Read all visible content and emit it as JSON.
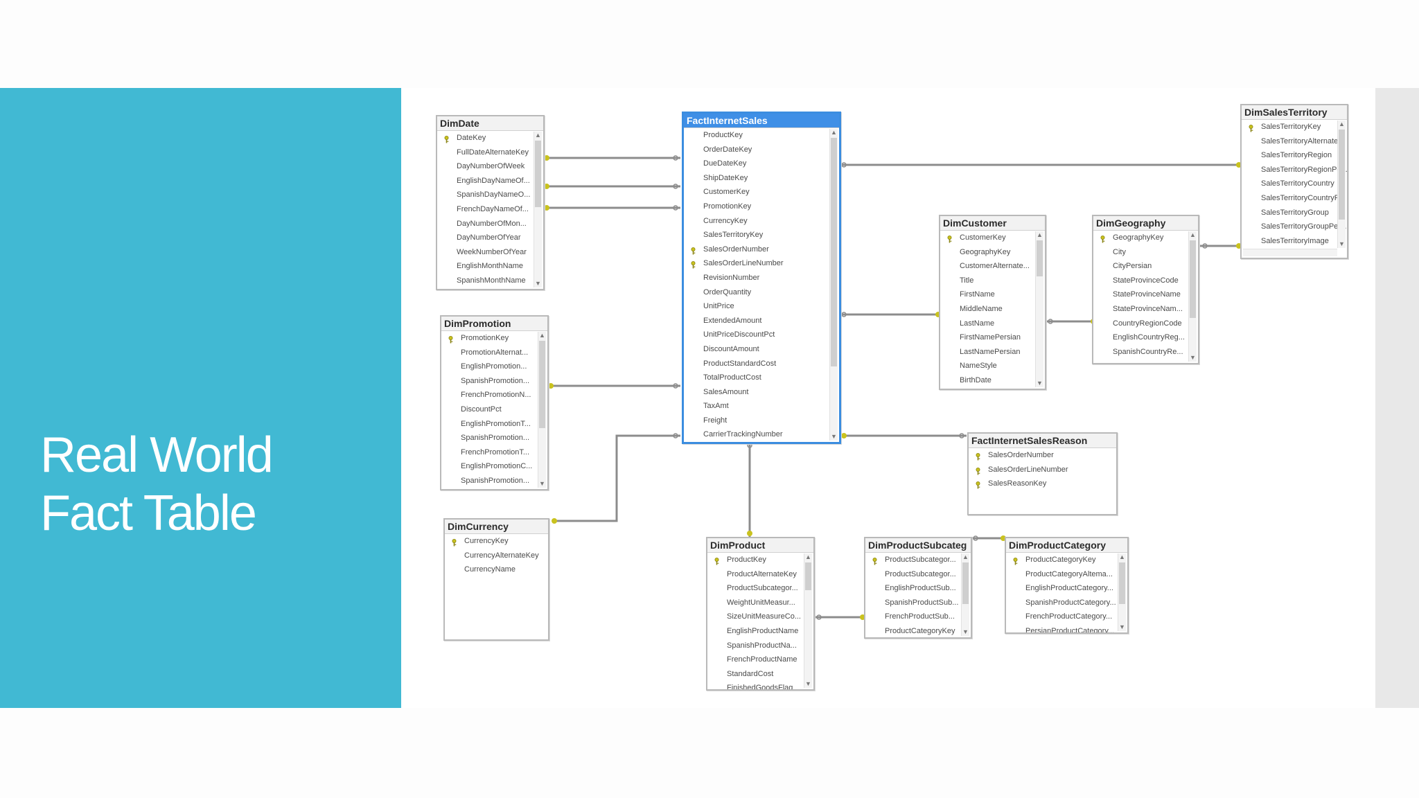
{
  "slide": {
    "title": "Real World\nFact Table"
  },
  "colors": {
    "accent": "#41b9d3",
    "selected_header": "#3f8fe6",
    "connector": "#8c8c8c",
    "key_icon": "#b8b22a"
  },
  "tables": {
    "DimDate": {
      "title": "DimDate",
      "columns": [
        "DateKey",
        "FullDateAlternateKey",
        "DayNumberOfWeek",
        "EnglishDayNameOf...",
        "SpanishDayNameO...",
        "FrenchDayNameOf...",
        "DayNumberOfMon...",
        "DayNumberOfYear",
        "WeekNumberOfYear",
        "EnglishMonthName",
        "SpanishMonthName"
      ],
      "keys": [
        0
      ]
    },
    "DimPromotion": {
      "title": "DimPromotion",
      "columns": [
        "PromotionKey",
        "PromotionAlternat...",
        "EnglishPromotion...",
        "SpanishPromotion...",
        "FrenchPromotionN...",
        "DiscountPct",
        "EnglishPromotionT...",
        "SpanishPromotion...",
        "FrenchPromotionT...",
        "EnglishPromotionC...",
        "SpanishPromotion..."
      ],
      "keys": [
        0
      ]
    },
    "DimCurrency": {
      "title": "DimCurrency",
      "columns": [
        "CurrencyKey",
        "CurrencyAlternateKey",
        "CurrencyName"
      ],
      "keys": [
        0
      ]
    },
    "FactInternetSales": {
      "title": "FactInternetSales",
      "columns": [
        "ProductKey",
        "OrderDateKey",
        "DueDateKey",
        "ShipDateKey",
        "CustomerKey",
        "PromotionKey",
        "CurrencyKey",
        "SalesTerritoryKey",
        "SalesOrderNumber",
        "SalesOrderLineNumber",
        "RevisionNumber",
        "OrderQuantity",
        "UnitPrice",
        "ExtendedAmount",
        "UnitPriceDiscountPct",
        "DiscountAmount",
        "ProductStandardCost",
        "TotalProductCost",
        "SalesAmount",
        "TaxAmt",
        "Freight",
        "CarrierTrackingNumber"
      ],
      "keys": [
        8,
        9
      ]
    },
    "DimCustomer": {
      "title": "DimCustomer",
      "columns": [
        "CustomerKey",
        "GeographyKey",
        "CustomerAlternate...",
        "Title",
        "FirstName",
        "MiddleName",
        "LastName",
        "FirstNamePersian",
        "LastNamePersian",
        "NameStyle",
        "BirthDate"
      ],
      "keys": [
        0
      ]
    },
    "DimGeography": {
      "title": "DimGeography",
      "columns": [
        "GeographyKey",
        "City",
        "CityPersian",
        "StateProvinceCode",
        "StateProvinceName",
        "StateProvinceNam...",
        "CountryRegionCode",
        "EnglishCountryReg...",
        "SpanishCountryRe..."
      ],
      "keys": [
        0
      ]
    },
    "DimSalesTerritory": {
      "title": "DimSalesTerritory",
      "columns": [
        "SalesTerritoryKey",
        "SalesTerritoryAlternate...",
        "SalesTerritoryRegion",
        "SalesTerritoryRegionPe...",
        "SalesTerritoryCountry",
        "SalesTerritoryCountryP...",
        "SalesTerritoryGroup",
        "SalesTerritoryGroupPer...",
        "SalesTerritoryImage"
      ],
      "keys": [
        0
      ]
    },
    "FactInternetSalesReason": {
      "title": "FactInternetSalesReason",
      "columns": [
        "SalesOrderNumber",
        "SalesOrderLineNumber",
        "SalesReasonKey"
      ],
      "keys": [
        0,
        1,
        2
      ]
    },
    "DimProduct": {
      "title": "DimProduct",
      "columns": [
        "ProductKey",
        "ProductAlternateKey",
        "ProductSubcategor...",
        "WeightUnitMeasur...",
        "SizeUnitMeasureCo...",
        "EnglishProductName",
        "SpanishProductNa...",
        "FrenchProductName",
        "StandardCost",
        "FinishedGoodsFlag"
      ],
      "keys": [
        0
      ]
    },
    "DimProductSubcategory": {
      "title": "DimProductSubcateg",
      "columns": [
        "ProductSubcategor...",
        "ProductSubcategor...",
        "EnglishProductSub...",
        "SpanishProductSub...",
        "FrenchProductSub...",
        "ProductCategoryKey"
      ],
      "keys": [
        0
      ]
    },
    "DimProductCategory": {
      "title": "DimProductCategory",
      "columns": [
        "ProductCategoryKey",
        "ProductCategoryAltema...",
        "EnglishProductCategory...",
        "SpanishProductCategory...",
        "FrenchProductCategory...",
        "PersianProductCategory..."
      ],
      "keys": [
        0
      ]
    }
  }
}
